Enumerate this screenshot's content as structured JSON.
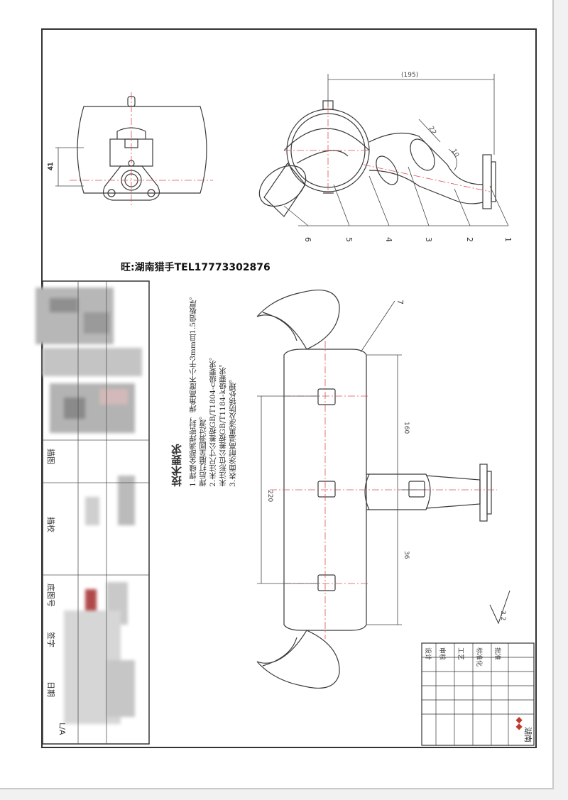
{
  "watermark": {
    "text": "旺:湖南猎手TEL17773302876"
  },
  "technical_requirements": {
    "title": "技术要求",
    "lines": [
      "1.焊缝全部满焊密封，焊角高度不小于3mm且1.5倍板厚。",
      "焊后打磨至圆滑过渡。",
      "2.未注尺寸公差按GB/T1804-c级要求。",
      "未注形位公差按GB/T1184-k级要求。",
      "3.表面涂耐高温黑漆及防锈处理。"
    ]
  },
  "top_view": {
    "dimensions": {
      "overall_width": "(195)",
      "angle_a": "22",
      "angle_b": "10",
      "left_height": "41"
    },
    "callouts": [
      "1",
      "2",
      "3",
      "4",
      "5",
      "6"
    ]
  },
  "front_view": {
    "callouts": [
      "7"
    ],
    "dimensions": {
      "left_span": "220",
      "right_upper": "160",
      "right_lower": "36"
    }
  },
  "surface_finish_mark": "3.2",
  "left_title_block": {
    "labels": [
      "描图",
      "描校",
      "底图号",
      "签字",
      "日期"
    ],
    "bottom_code": "L/A"
  },
  "right_title_block": {
    "logo": "◆◆",
    "company": "湖南",
    "rows": [
      "设计",
      "审核",
      "工艺",
      "标准化",
      "批准"
    ]
  },
  "colors": {
    "line": "#3a3a3a",
    "center_line": "#d9534f",
    "dim_line": "#444444"
  }
}
